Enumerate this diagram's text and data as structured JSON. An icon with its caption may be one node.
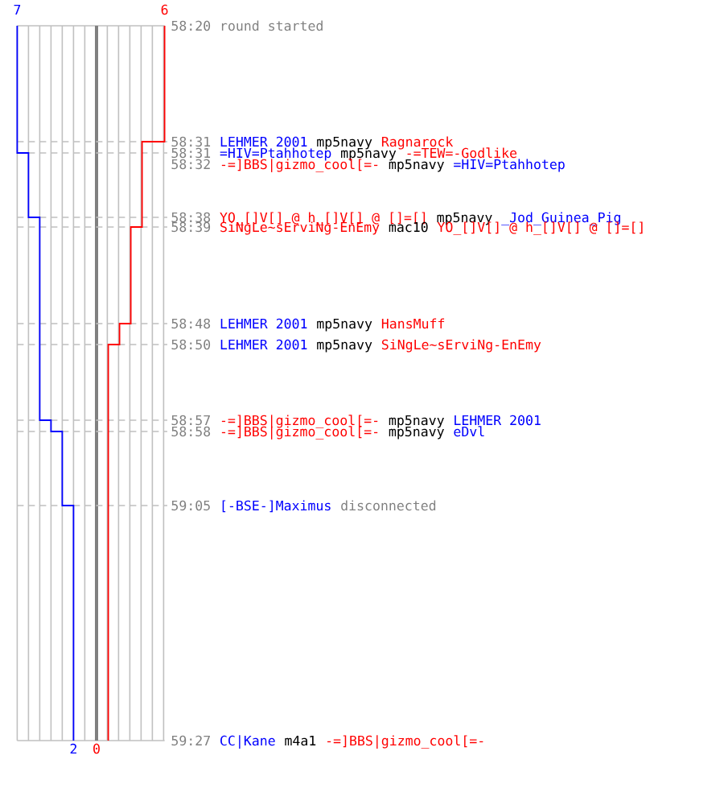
{
  "diagram": {
    "labels": [
      "7",
      "6",
      "58:20",
      "round started",
      "58:31",
      "LEHMER 2001",
      "mp5navy",
      "Ragnarock",
      "58:31",
      "=HIV=Ptahhotep",
      "mp5navy",
      "-=TEW=-Godlike",
      "58:32",
      "-=]BBS|gizmo_cool[=-",
      "mp5navy",
      "=HIV=Ptahhotep",
      "58:38",
      "YO_[]V[] @ h_[]V[] @ []=[]",
      "mp5navy",
      "_Jod_Guinea_Pig",
      "58:39",
      "SiNgLe~sErviNg-EnEmy",
      "mac10",
      "YO_[]V[] @ h_[]V[] @ []=[]",
      "58:48",
      "LEHMER 2001",
      "mp5navy",
      "HansMuff",
      "58:50",
      "LEHMER 2001",
      "mp5navy",
      "SiNgLe~sErviNg-EnEmy",
      "58:57",
      "-=]BBS|gizmo_cool[=-",
      "mp5navy",
      "LEHMER 2001",
      "58:58",
      "-=]BBS|gizmo_cool[=-",
      "mp5navy",
      "eDvl",
      "59:05",
      "[-BSE-]Maximus",
      "disconnected",
      "59:27",
      "CC|Kane",
      "m4a1",
      "-=]BBS|gizmo_cool[=-",
      "2",
      "0"
    ]
  }
}
